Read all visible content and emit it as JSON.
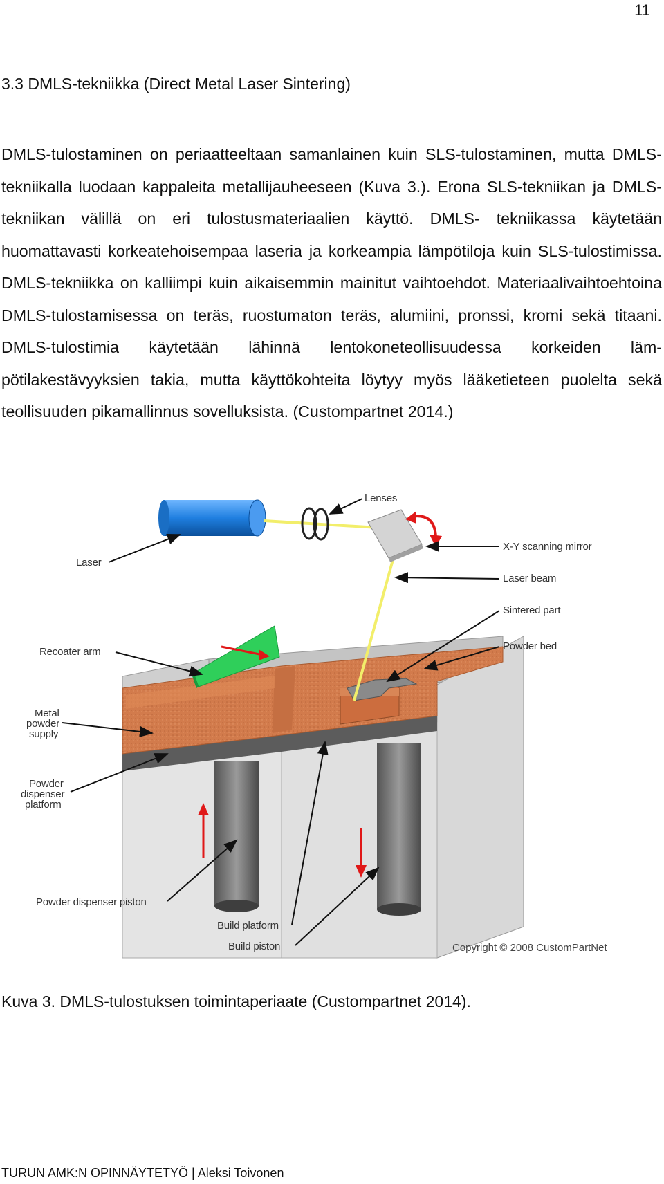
{
  "page": {
    "number": "11",
    "footer": "TURUN AMK:N OPINNÄYTETYÖ | Aleksi Toivonen"
  },
  "section": {
    "heading": "3.3 DMLS-tekniikka (Direct Metal Laser Sintering)",
    "paragraph": "DMLS-tulostaminen on periaatteeltaan samanlainen kuin SLS-tulostaminen, mutta DMLS-tekniikalla luodaan kappaleita metallijauheeseen (Kuva 3.). Erona SLS-tekniikan ja DMLS-tekniikan välillä on eri tulostusmateriaalien käyttö. DMLS- tekniikassa käytetään huomattavasti korkeatehoisempaa laseria ja kor­keampia lämpötiloja kuin SLS-tulostimissa. DMLS-tekniikka on kalliimpi kuin aikaisemmin mainitut vaihtoehdot. Materiaalivaihtoehtoina DMLS-tulostamisessa on teräs, ruostumaton teräs, alumiini, pronssi, kromi sekä titaa­ni. DMLS-tulostimia käytetään lähinnä lentokoneteollisuudessa korkeiden läm­pötilakestävyyksien takia, mutta käyttökohteita löytyy myös lääketieteen puolel­ta sekä teollisuuden pikamallinnus sovelluksista. (Custompartnet 2014.)"
  },
  "figure": {
    "caption": "Kuva 3. DMLS-tulostuksen toimintaperiaate (Custompartnet 2014).",
    "labels": {
      "lenses": "Lenses",
      "laser": "Laser",
      "xy_mirror": "X-Y scanning mirror",
      "laser_beam": "Laser beam",
      "sintered_part": "Sintered part",
      "powder_bed": "Powder bed",
      "recoater_arm": "Recoater arm",
      "metal_powder_supply": [
        "Metal",
        "powder",
        "supply"
      ],
      "powder_dispenser_platform": [
        "Powder",
        "dispenser",
        "platform"
      ],
      "powder_dispenser_piston": "Powder dispenser piston",
      "build_platform": "Build platform",
      "build_piston": "Build piston",
      "copyright": "Copyright © 2008 CustomPartNet"
    },
    "colors": {
      "laser": "#1f7fe0",
      "powder": "#d27b4c",
      "recoater": "#2fcf5a",
      "beam": "#f2ee6a",
      "arrow": "#e01818",
      "wall": "#c8c8c8"
    }
  }
}
